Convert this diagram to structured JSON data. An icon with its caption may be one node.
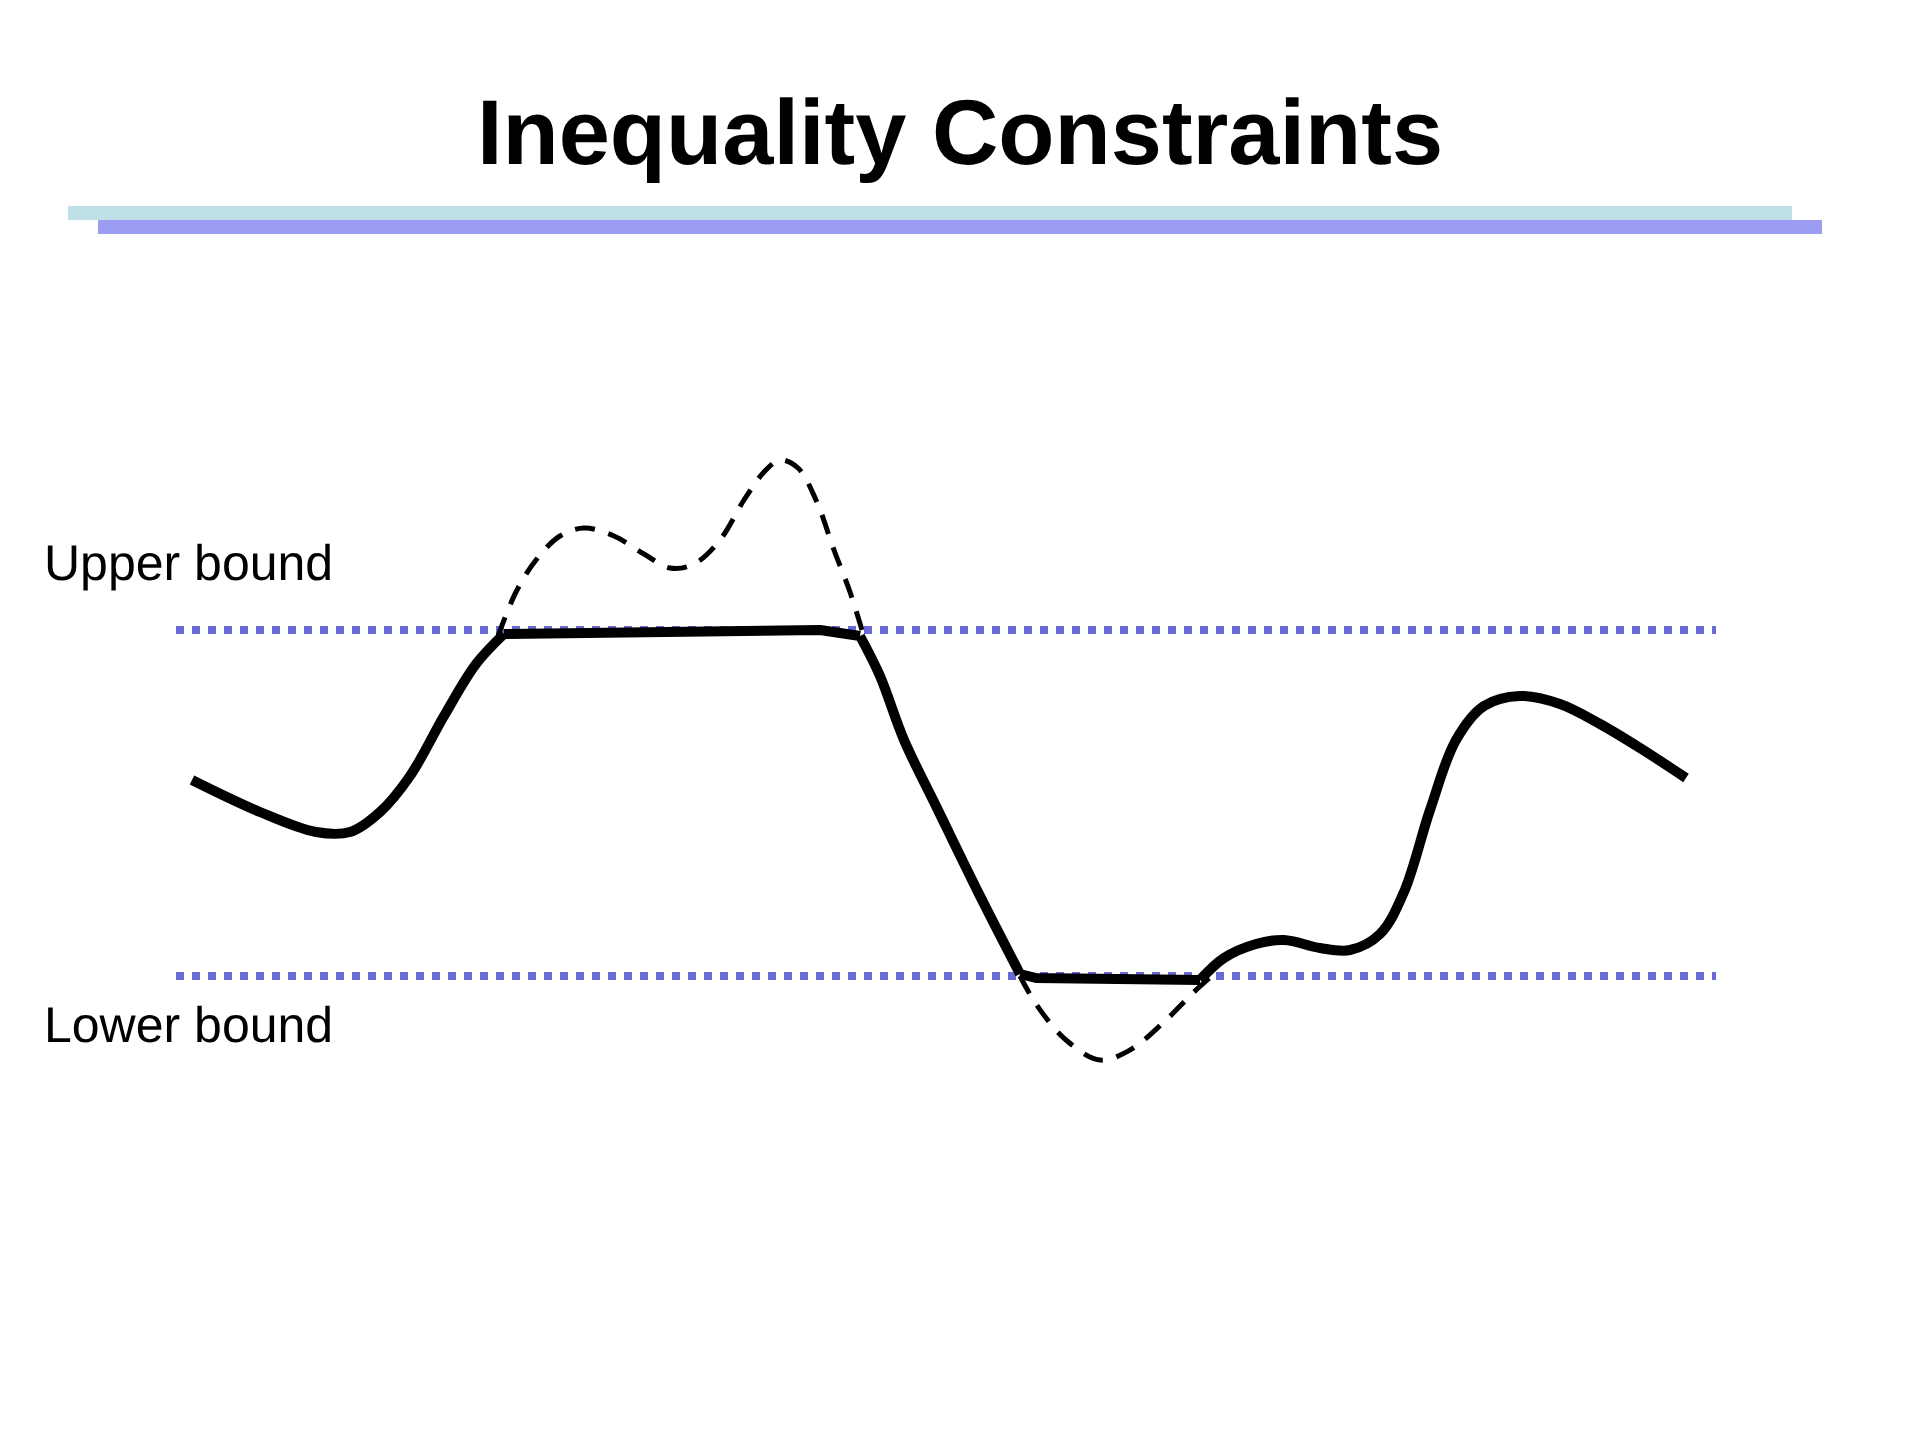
{
  "diagram": {
    "title": "Inequality Constraints",
    "labels": [
      "Upper bound",
      "Lower bound"
    ]
  }
}
